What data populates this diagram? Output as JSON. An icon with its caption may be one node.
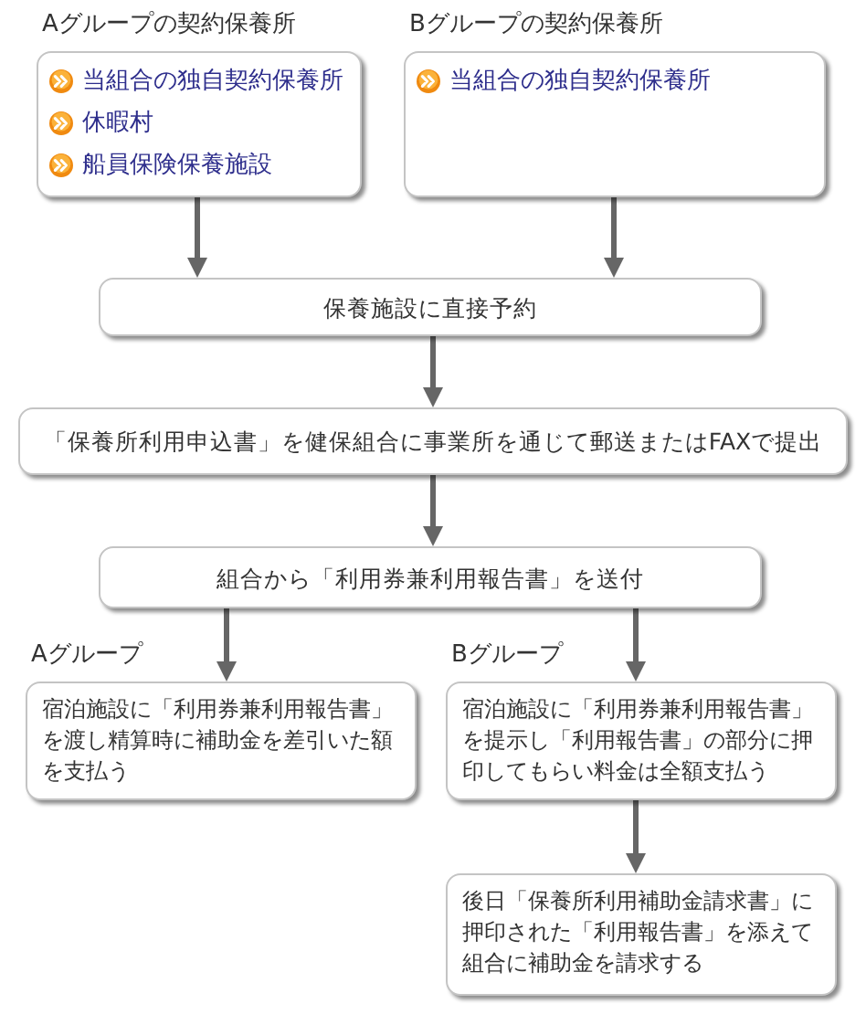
{
  "diagram": {
    "nodes": [
      {
        "text": [
          "Aグループの契約保養所",
          "当組合の独自契約保養所",
          "休暇村",
          "船員保険保養施設"
        ]
      },
      {
        "text": [
          "Bグループの契約保養所",
          "当組合の独自契約保養所"
        ]
      },
      {
        "text": [
          "保養施設に直接予約"
        ]
      },
      {
        "text": [
          "「保養所利用申込書」を健保組合に事業所を通じて郵送またはFAXで提出"
        ]
      },
      {
        "text": [
          "組合から「利用券兼利用報告書」を送付"
        ]
      },
      {
        "text": [
          "Aグループ",
          "宿泊施設に「利用券兼利用報告書」を渡し精算時に補助金を差引いた額を支払う"
        ]
      },
      {
        "text": [
          "Bグループ",
          "宿泊施設に「利用券兼利用報告書」を提示し「利用報告書」の部分に押印してもらい料金は全額支払う"
        ]
      },
      {
        "text": [
          "後日「保養所利用補助金請求書」に押印された「利用報告書」を添えて組合に補助金を請求する"
        ]
      }
    ],
    "edges": [
      {
        "from": 0,
        "to": 2,
        "arrow": "to"
      },
      {
        "from": 1,
        "to": 2,
        "arrow": "to"
      },
      {
        "from": 2,
        "to": 3,
        "arrow": "to"
      },
      {
        "from": 3,
        "to": 4,
        "arrow": "to"
      },
      {
        "from": 4,
        "to": 5,
        "arrow": "to"
      },
      {
        "from": 4,
        "to": 6,
        "arrow": "to"
      },
      {
        "from": 6,
        "to": 7,
        "arrow": "to"
      }
    ]
  }
}
